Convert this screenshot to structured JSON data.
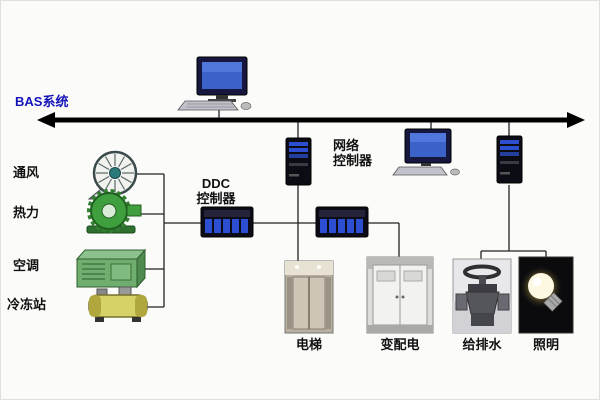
{
  "diagram": {
    "bus_label": "BAS系统",
    "network_controller": {
      "line1": "网络",
      "line2": "控制器"
    },
    "ddc_controller": {
      "line1": "DDC",
      "line2": "控制器"
    },
    "left_labels": {
      "ventilation": "通风",
      "heating": "热力",
      "air_conditioning": "空调",
      "chiller_station": "冷冻站"
    },
    "bottom_labels": {
      "elevator": "电梯",
      "power_distribution": "变配电",
      "water_supply_drainage": "给排水",
      "lighting": "照明"
    },
    "colors": {
      "bus_line": "#000000",
      "bas_text": "#1414b8",
      "label_text": "#111111",
      "monitor_screen_blue": "#3a62c8",
      "controller_blue": "#2b4fd0",
      "equipment_green": "#3f9f3f",
      "chiller_yellow": "#d6d268"
    }
  }
}
